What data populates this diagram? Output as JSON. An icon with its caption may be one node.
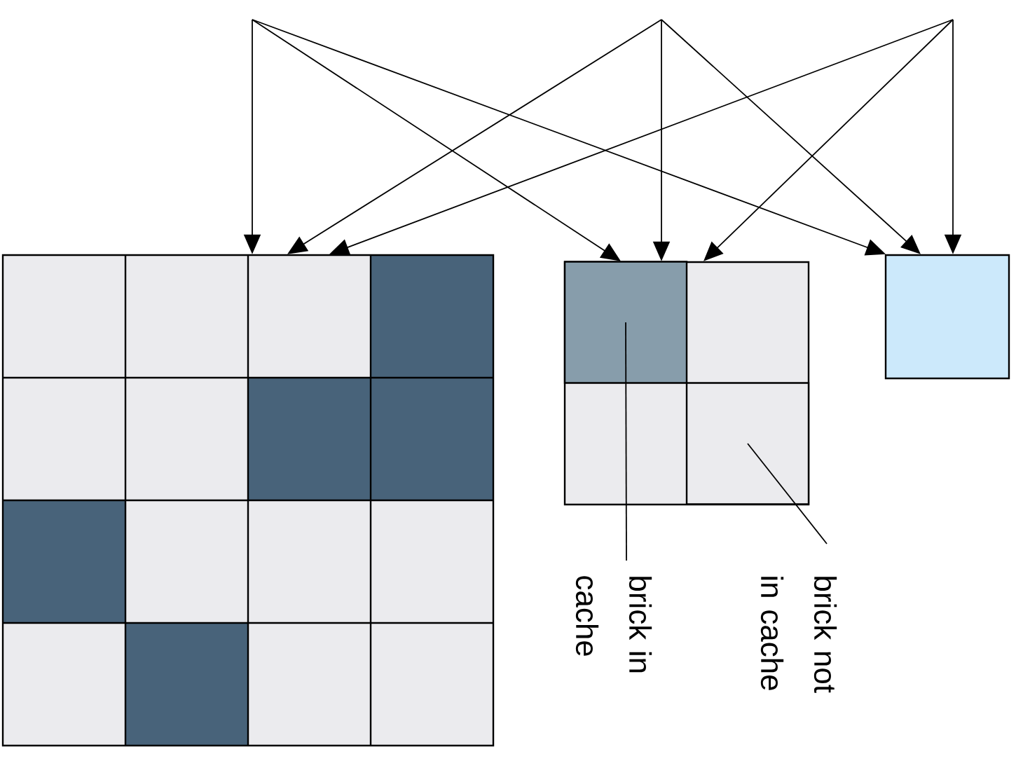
{
  "diagram": {
    "nodes": [
      {
        "text": [],
        "shape": "box"
      },
      {
        "text": [],
        "shape": "box"
      },
      {
        "text": [],
        "shape": "box",
        "in": 1
      },
      {
        "text": [],
        "shape": "box",
        "in": 1
      },
      {
        "text": [],
        "shape": "box"
      },
      {
        "text": [
          "brick in cache"
        ]
      },
      {
        "text": [
          "brick not in cache"
        ]
      }
    ],
    "edges": [
      {
        "from": null,
        "to": 0,
        "arrow": "to"
      },
      {
        "from": null,
        "to": 1,
        "arrow": "to"
      },
      {
        "from": null,
        "to": 4,
        "arrow": "to"
      },
      {
        "from": null,
        "to": 0,
        "arrow": "to"
      },
      {
        "from": null,
        "to": 1,
        "arrow": "to"
      },
      {
        "from": null,
        "to": 4,
        "arrow": "to"
      },
      {
        "from": null,
        "to": 0,
        "arrow": "to"
      },
      {
        "from": null,
        "to": 1,
        "arrow": "to"
      },
      {
        "from": null,
        "to": 4,
        "arrow": "to"
      },
      {
        "from": 5,
        "to": 2,
        "arrow": "none"
      },
      {
        "from": 6,
        "to": 3,
        "arrow": "none"
      }
    ]
  }
}
